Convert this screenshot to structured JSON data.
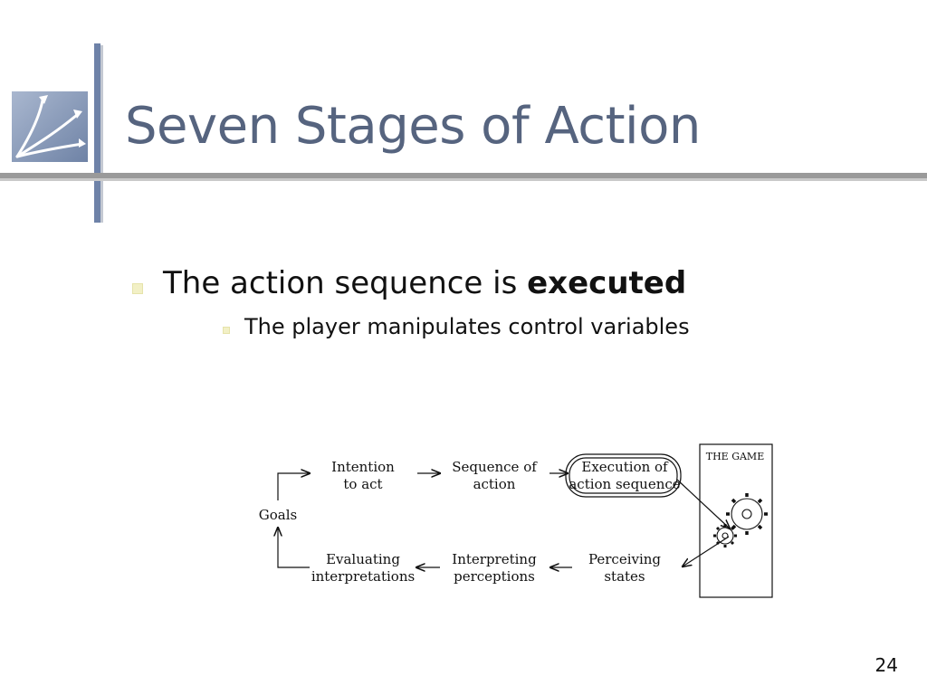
{
  "slide": {
    "title": "Seven Stages of Action",
    "bullet1_text": "The action sequence is ",
    "bullet1_bold": "executed",
    "bullet2_text": "The player manipulates control variables",
    "page_number": "24"
  },
  "diagram": {
    "nodes": {
      "goals": "Goals",
      "intention_1": "Intention",
      "intention_2": "to act",
      "sequence_1": "Sequence of",
      "sequence_2": "action",
      "execution_1": "Execution of",
      "execution_2": "action sequence",
      "perceiving_1": "Perceiving",
      "perceiving_2": "states",
      "interpreting_1": "Interpreting",
      "interpreting_2": "perceptions",
      "evaluating_1": "Evaluating",
      "evaluating_2": "interpretations"
    },
    "game_label": "THE GAME",
    "highlighted_stage": "Execution of action sequence"
  },
  "icons": {
    "logo": "arrows-logo-icon",
    "bullet": "square-bullet-icon",
    "gears": "gears-icon"
  },
  "colors": {
    "title": "#56647f",
    "bar": "#8a9bbb",
    "bullet": "#f2f0c6"
  }
}
